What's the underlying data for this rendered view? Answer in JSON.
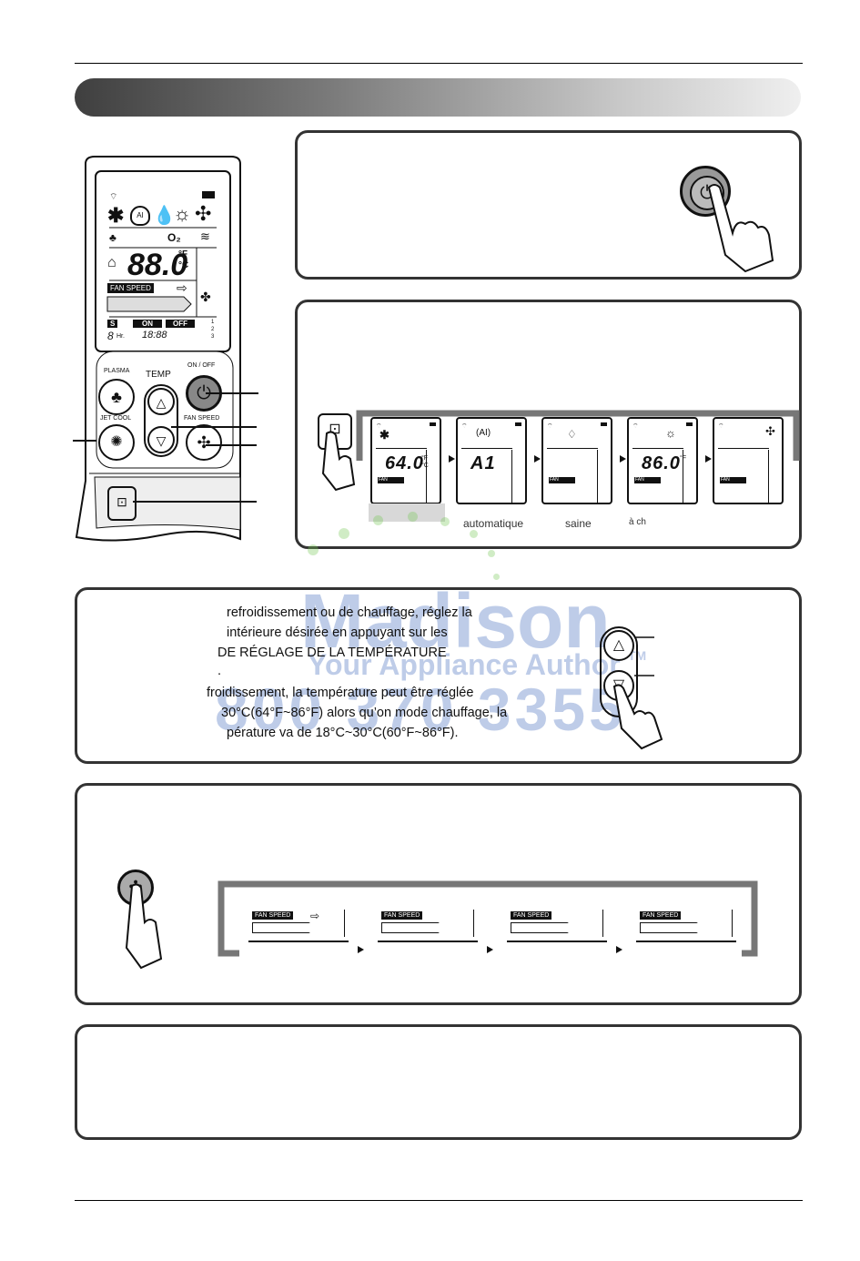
{
  "remote": {
    "display": {
      "temp_digits": "88.0",
      "unit_f": "°F",
      "unit_c": "°C",
      "fan_speed_label": "FAN SPEED",
      "timer_on": "ON",
      "timer_off": "OFF",
      "hr": "Hr.",
      "timer_time": "18:88",
      "timer_digit": "8",
      "s_label": "S",
      "numbers": [
        "1",
        "2",
        "3"
      ]
    },
    "buttons": {
      "plasma": "PLASMA",
      "temp": "TEMP",
      "on_off": "ON / OFF",
      "jet_cool": "JET COOL",
      "fan_speed": "FAN SPEED"
    }
  },
  "mode_panel": {
    "displays": [
      {
        "value": "64.0",
        "unit_f": "°F",
        "unit_c": "°C"
      },
      {
        "value": "A1",
        "unit_f": "",
        "unit_c": ""
      },
      {
        "value": "",
        "unit_f": "",
        "unit_c": ""
      },
      {
        "value": "86.0",
        "unit_f": "°F",
        "unit_c": ""
      },
      {
        "value": "",
        "unit_f": "",
        "unit_c": ""
      }
    ],
    "fan_speed_label": "FAN SPEED",
    "captions": {
      "c2": "automatique",
      "c3": "saine",
      "c4": "à ch"
    }
  },
  "temp_panel": {
    "lines": [
      "refroidissement ou de chauffage, réglez la",
      "intérieure désirée en appuyant sur les",
      "DE RÉGLAGE DE LA TEMPÉRATURE",
      ".",
      "froidissement, la température peut être réglée",
      "30°C(64°F~86°F) alors qu’on mode chauffage, la",
      "pérature va de 18°C~30°C(60°F~86°F)."
    ]
  },
  "fan_panel": {
    "fan_speed_label": "FAN SPEED"
  },
  "watermark": {
    "name": "Madison",
    "tagline": "Your Appliance Author",
    "tm": "TM",
    "phone": "800 370 3355"
  }
}
